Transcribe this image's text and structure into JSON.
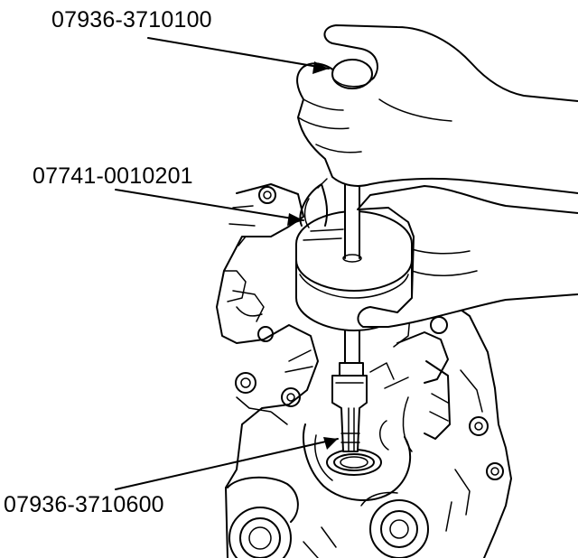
{
  "diagram": {
    "callouts": [
      {
        "id": "handle",
        "part_number": "07936-3710100"
      },
      {
        "id": "weight",
        "part_number": "07741-0010201"
      },
      {
        "id": "puller",
        "part_number": "07936-3710600"
      }
    ],
    "colors": {
      "ink": "#000000",
      "paper": "#ffffff"
    }
  }
}
